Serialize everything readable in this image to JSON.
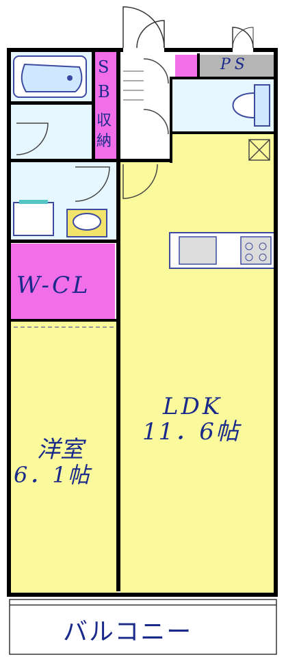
{
  "labels": {
    "ps": "PS",
    "sb_s": "S",
    "sb_b": "B",
    "storage_1": "収",
    "storage_2": "納",
    "wcl": "W-CL",
    "ldk": "LDK",
    "ldk_size": "11．6帖",
    "western_room": "洋室",
    "western_size": "6．1帖",
    "balcony": "バルコニー"
  },
  "colors": {
    "wall": "#000000",
    "room_yellow": "#fafa9c",
    "wet_area": "#e6f7ff",
    "storage_pink": "#f26ee8",
    "ps_gray": "#b5b5b5",
    "text": "#1a2a8a",
    "fixture_outline": "#3a4aa0",
    "fixture_fill": "#cfe8ff",
    "sink_fill": "#f2e36b"
  }
}
